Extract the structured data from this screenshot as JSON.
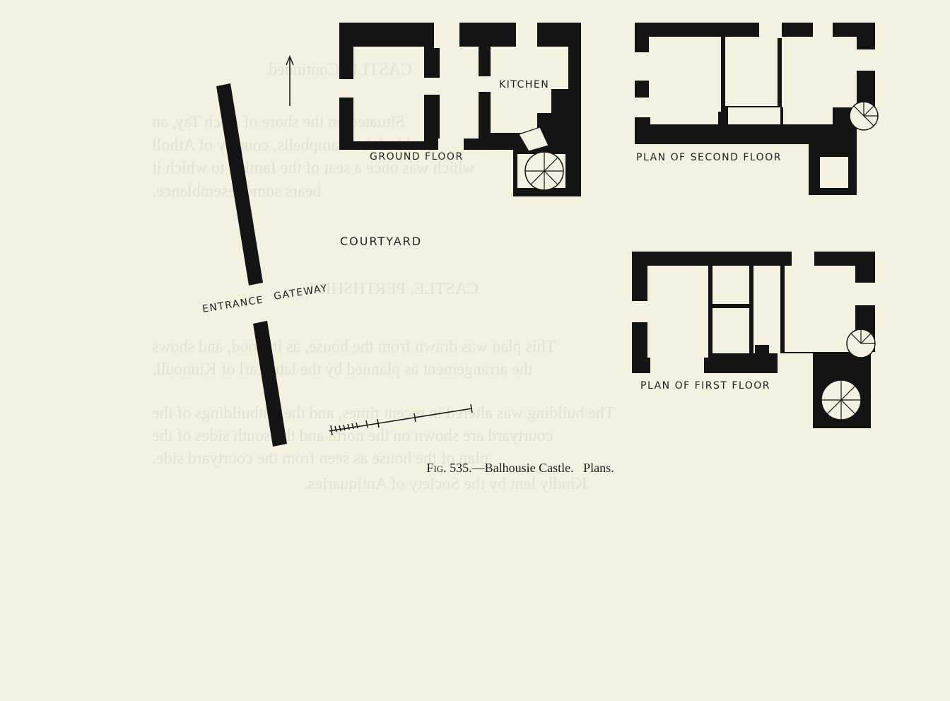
{
  "labels": {
    "kitchen": "KITCHEN",
    "ground_floor": "GROUND FLOOR",
    "second_floor": "PLAN OF SECOND FLOOR",
    "first_floor": "PLAN OF FIRST FLOOR",
    "courtyard": "COURTYARD",
    "entrance": "ENTRANCE",
    "gateway": "GATEWAY"
  },
  "caption": {
    "fig": "Fig. 535.",
    "dash": "—",
    "text": "Balhousie Castle.   Plans."
  },
  "colors": {
    "paper": "#f4f1e1",
    "ink": "#141414"
  }
}
